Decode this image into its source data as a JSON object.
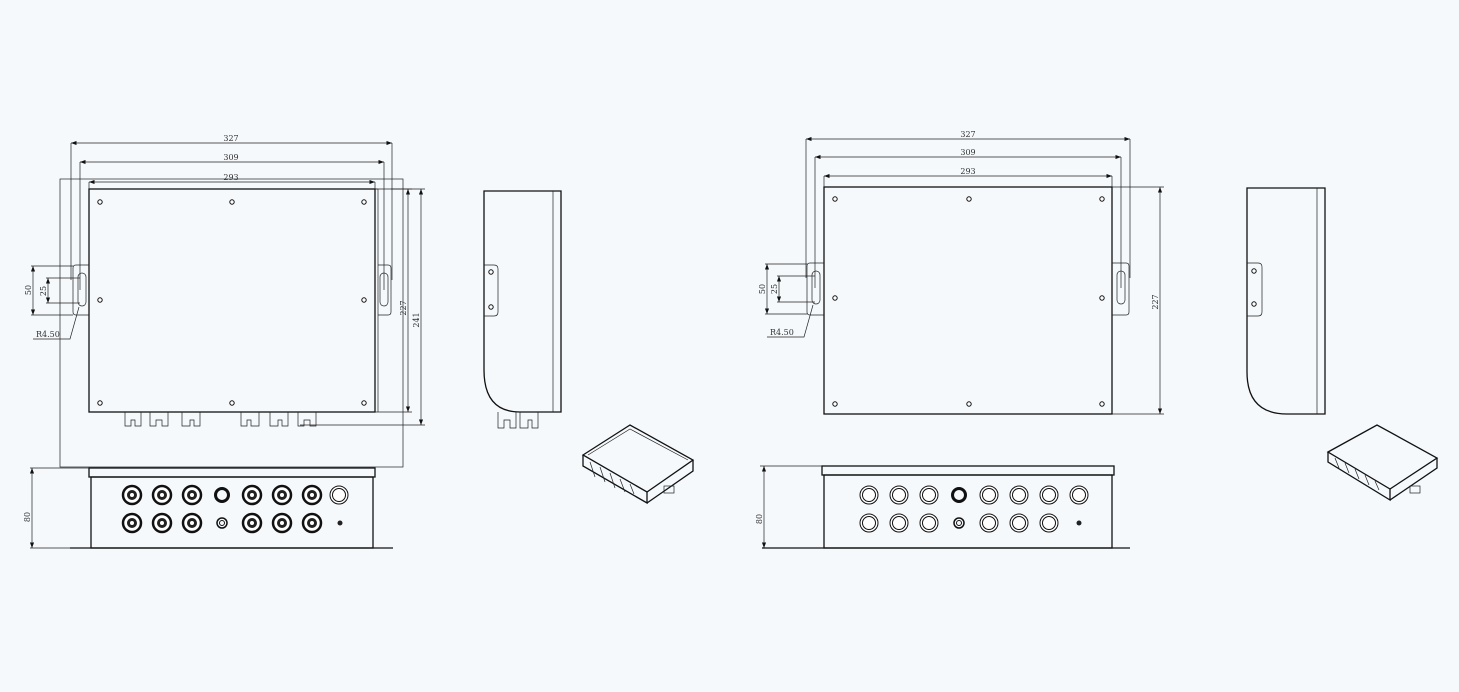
{
  "left_drawing": {
    "dim_width_outer": "327",
    "dim_width_holes": "309",
    "dim_width_body": "293",
    "dim_height_body": "227",
    "dim_height_total": "241",
    "dim_ear_height": "50",
    "dim_slot_height": "25",
    "dim_radius": "R4.50",
    "dim_depth": "80"
  },
  "right_drawing": {
    "dim_width_outer": "327",
    "dim_width_holes": "309",
    "dim_width_body": "293",
    "dim_height_body": "227",
    "dim_ear_height": "50",
    "dim_slot_height": "25",
    "dim_radius": "R4.50",
    "dim_depth": "80"
  }
}
